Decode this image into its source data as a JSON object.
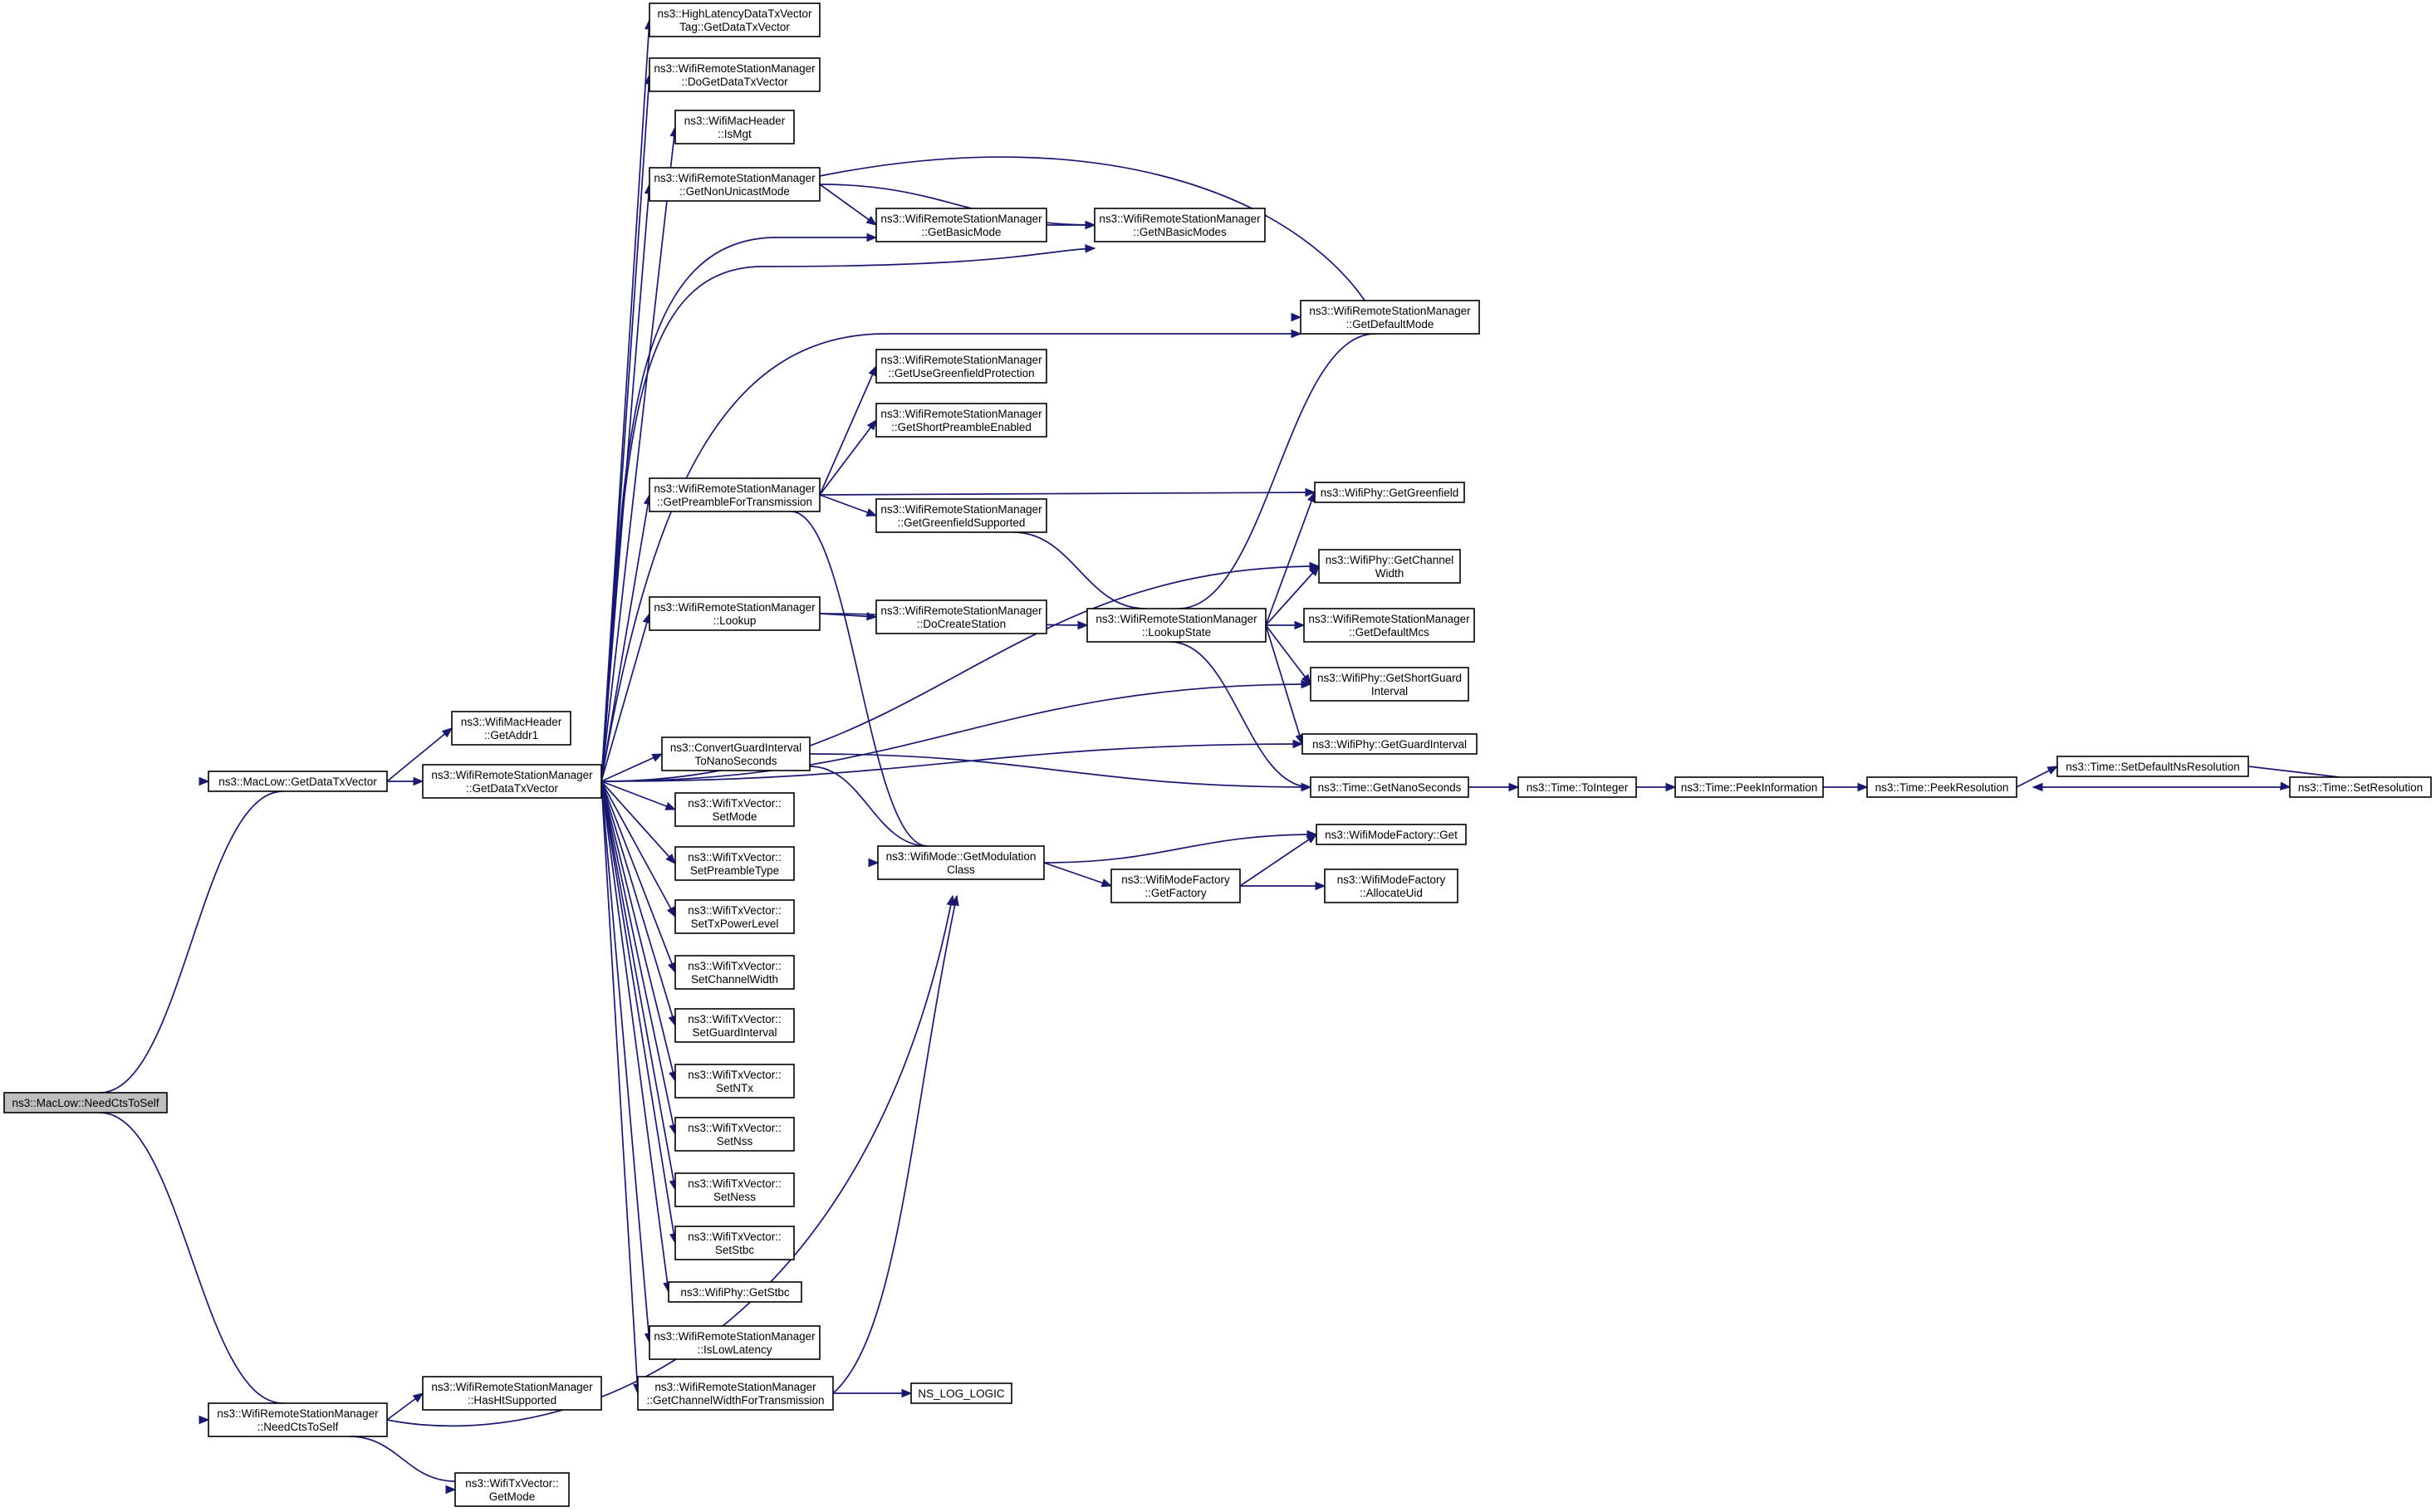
{
  "nodes": [
    {
      "id": "root",
      "lines": [
        "ns3::MacLow::NeedCtsToSelf"
      ]
    },
    {
      "id": "mlgdtv",
      "lines": [
        "ns3::MacLow::GetDataTxVector"
      ]
    },
    {
      "id": "wrsncts",
      "lines": [
        "ns3::WifiRemoteStationManager",
        "::NeedCtsToSelf"
      ]
    },
    {
      "id": "hasht",
      "lines": [
        "ns3::WifiRemoteStationManager",
        "::HasHtSupported"
      ]
    },
    {
      "id": "getmode",
      "lines": [
        "ns3::WifiTxVector::",
        "GetMode"
      ]
    },
    {
      "id": "getaddr1",
      "lines": [
        "ns3::WifiMacHeader",
        "::GetAddr1"
      ]
    },
    {
      "id": "wgdtv",
      "lines": [
        "ns3::WifiRemoteStationManager",
        "::GetDataTxVector"
      ]
    },
    {
      "id": "hltag",
      "lines": [
        "ns3::HighLatencyDataTxVector",
        "Tag::GetDataTxVector"
      ]
    },
    {
      "id": "dogdtv",
      "lines": [
        "ns3::WifiRemoteStationManager",
        "::DoGetDataTxVector"
      ]
    },
    {
      "id": "ismgt",
      "lines": [
        "ns3::WifiMacHeader",
        "::IsMgt"
      ]
    },
    {
      "id": "gnum",
      "lines": [
        "ns3::WifiRemoteStationManager",
        "::GetNonUnicastMode"
      ]
    },
    {
      "id": "gbm",
      "lines": [
        "ns3::WifiRemoteStationManager",
        "::GetBasicMode"
      ]
    },
    {
      "id": "gnbm",
      "lines": [
        "ns3::WifiRemoteStationManager",
        "::GetNBasicModes"
      ]
    },
    {
      "id": "gdm",
      "lines": [
        "ns3::WifiRemoteStationManager",
        "::GetDefaultMode"
      ]
    },
    {
      "id": "gugp",
      "lines": [
        "ns3::WifiRemoteStationManager",
        "::GetUseGreenfieldProtection"
      ]
    },
    {
      "id": "gspe",
      "lines": [
        "ns3::WifiRemoteStationManager",
        "::GetShortPreambleEnabled"
      ]
    },
    {
      "id": "gpft",
      "lines": [
        "ns3::WifiRemoteStationManager",
        "::GetPreambleForTransmission"
      ]
    },
    {
      "id": "ggs",
      "lines": [
        "ns3::WifiRemoteStationManager",
        "::GetGreenfieldSupported"
      ]
    },
    {
      "id": "pgf",
      "lines": [
        "ns3::WifiPhy::GetGreenfield"
      ]
    },
    {
      "id": "pgcw",
      "lines": [
        "ns3::WifiPhy::GetChannel",
        "Width"
      ]
    },
    {
      "id": "lookup",
      "lines": [
        "ns3::WifiRemoteStationManager",
        "::Lookup"
      ]
    },
    {
      "id": "docs",
      "lines": [
        "ns3::WifiRemoteStationManager",
        "::DoCreateStation"
      ]
    },
    {
      "id": "lstate",
      "lines": [
        "ns3::WifiRemoteStationManager",
        "::LookupState"
      ]
    },
    {
      "id": "gdmcs",
      "lines": [
        "ns3::WifiRemoteStationManager",
        "::GetDefaultMcs"
      ]
    },
    {
      "id": "pgsg",
      "lines": [
        "ns3::WifiPhy::GetShortGuard",
        "Interval"
      ]
    },
    {
      "id": "pggi",
      "lines": [
        "ns3::WifiPhy::GetGuardInterval"
      ]
    },
    {
      "id": "cgi",
      "lines": [
        "ns3::ConvertGuardInterval",
        "ToNanoSeconds"
      ]
    },
    {
      "id": "tgns",
      "lines": [
        "ns3::Time::GetNanoSeconds"
      ]
    },
    {
      "id": "toint",
      "lines": [
        "ns3::Time::ToInteger"
      ]
    },
    {
      "id": "peekinfo",
      "lines": [
        "ns3::Time::PeekInformation"
      ]
    },
    {
      "id": "peekres",
      "lines": [
        "ns3::Time::PeekResolution"
      ]
    },
    {
      "id": "sdnsr",
      "lines": [
        "ns3::Time::SetDefaultNsResolution"
      ]
    },
    {
      "id": "setres",
      "lines": [
        "ns3::Time::SetResolution"
      ]
    },
    {
      "id": "setmode",
      "lines": [
        "ns3::WifiTxVector::",
        "SetMode"
      ]
    },
    {
      "id": "setpt",
      "lines": [
        "ns3::WifiTxVector::",
        "SetPreambleType"
      ]
    },
    {
      "id": "settpl",
      "lines": [
        "ns3::WifiTxVector::",
        "SetTxPowerLevel"
      ]
    },
    {
      "id": "setcw",
      "lines": [
        "ns3::WifiTxVector::",
        "SetChannelWidth"
      ]
    },
    {
      "id": "setgi",
      "lines": [
        "ns3::WifiTxVector::",
        "SetGuardInterval"
      ]
    },
    {
      "id": "setntx",
      "lines": [
        "ns3::WifiTxVector::",
        "SetNTx"
      ]
    },
    {
      "id": "setnss",
      "lines": [
        "ns3::WifiTxVector::",
        "SetNss"
      ]
    },
    {
      "id": "setness",
      "lines": [
        "ns3::WifiTxVector::",
        "SetNess"
      ]
    },
    {
      "id": "setstbc",
      "lines": [
        "ns3::WifiTxVector::",
        "SetStbc"
      ]
    },
    {
      "id": "pgstbc",
      "lines": [
        "ns3::WifiPhy::GetStbc"
      ]
    },
    {
      "id": "isll",
      "lines": [
        "ns3::WifiRemoteStationManager",
        "::IsLowLatency"
      ]
    },
    {
      "id": "gcwft",
      "lines": [
        "ns3::WifiRemoteStationManager",
        "::GetChannelWidthForTransmission"
      ]
    },
    {
      "id": "nslog",
      "lines": [
        "NS_LOG_LOGIC"
      ]
    },
    {
      "id": "gmc",
      "lines": [
        "ns3::WifiMode::GetModulation",
        "Class"
      ]
    },
    {
      "id": "wmfget",
      "lines": [
        "ns3::WifiModeFactory::Get"
      ]
    },
    {
      "id": "wmfgf",
      "lines": [
        "ns3::WifiModeFactory",
        "::GetFactory"
      ]
    },
    {
      "id": "wmfau",
      "lines": [
        "ns3::WifiModeFactory",
        "::AllocateUid"
      ]
    }
  ],
  "edges": [
    [
      "root",
      "mlgdtv"
    ],
    [
      "root",
      "wrsncts"
    ],
    [
      "mlgdtv",
      "getaddr1"
    ],
    [
      "mlgdtv",
      "wgdtv"
    ],
    [
      "wrsncts",
      "hasht"
    ],
    [
      "wrsncts",
      "getmode"
    ],
    [
      "wrsncts",
      "gmc"
    ],
    [
      "wgdtv",
      "hltag"
    ],
    [
      "wgdtv",
      "dogdtv"
    ],
    [
      "wgdtv",
      "ismgt"
    ],
    [
      "wgdtv",
      "gnum"
    ],
    [
      "wgdtv",
      "gbm"
    ],
    [
      "wgdtv",
      "gnbm"
    ],
    [
      "wgdtv",
      "gdm"
    ],
    [
      "wgdtv",
      "gpft"
    ],
    [
      "wgdtv",
      "pgcw"
    ],
    [
      "wgdtv",
      "lookup"
    ],
    [
      "wgdtv",
      "pgsg"
    ],
    [
      "wgdtv",
      "pggi"
    ],
    [
      "wgdtv",
      "cgi"
    ],
    [
      "wgdtv",
      "setmode"
    ],
    [
      "wgdtv",
      "setpt"
    ],
    [
      "wgdtv",
      "settpl"
    ],
    [
      "wgdtv",
      "setcw"
    ],
    [
      "wgdtv",
      "setgi"
    ],
    [
      "wgdtv",
      "setntx"
    ],
    [
      "wgdtv",
      "setnss"
    ],
    [
      "wgdtv",
      "setness"
    ],
    [
      "wgdtv",
      "setstbc"
    ],
    [
      "wgdtv",
      "pgstbc"
    ],
    [
      "wgdtv",
      "isll"
    ],
    [
      "wgdtv",
      "gcwft"
    ],
    [
      "gnum",
      "gbm"
    ],
    [
      "gnum",
      "gnbm"
    ],
    [
      "gnum",
      "gdm"
    ],
    [
      "gbm",
      "gnbm"
    ],
    [
      "gpft",
      "gugp"
    ],
    [
      "gpft",
      "gspe"
    ],
    [
      "gpft",
      "ggs"
    ],
    [
      "gpft",
      "pgf"
    ],
    [
      "gpft",
      "gmc"
    ],
    [
      "ggs",
      "lstate"
    ],
    [
      "lookup",
      "docs"
    ],
    [
      "lookup",
      "lstate"
    ],
    [
      "lstate",
      "gdm"
    ],
    [
      "lstate",
      "pgf"
    ],
    [
      "lstate",
      "pgcw"
    ],
    [
      "lstate",
      "gdmcs"
    ],
    [
      "lstate",
      "pgsg"
    ],
    [
      "lstate",
      "pggi"
    ],
    [
      "lstate",
      "tgns"
    ],
    [
      "cgi",
      "tgns"
    ],
    [
      "cgi",
      "gmc"
    ],
    [
      "tgns",
      "toint"
    ],
    [
      "toint",
      "peekinfo"
    ],
    [
      "peekinfo",
      "peekres"
    ],
    [
      "peekres",
      "sdnsr"
    ],
    [
      "sdnsr",
      "setres"
    ],
    [
      "setres",
      "peekres"
    ],
    [
      "gcwft",
      "nslog"
    ],
    [
      "gcwft",
      "gmc"
    ],
    [
      "gmc",
      "wmfget"
    ],
    [
      "gmc",
      "wmfgf"
    ],
    [
      "wmfgf",
      "wmfget"
    ],
    [
      "wmfgf",
      "wmfau"
    ]
  ]
}
